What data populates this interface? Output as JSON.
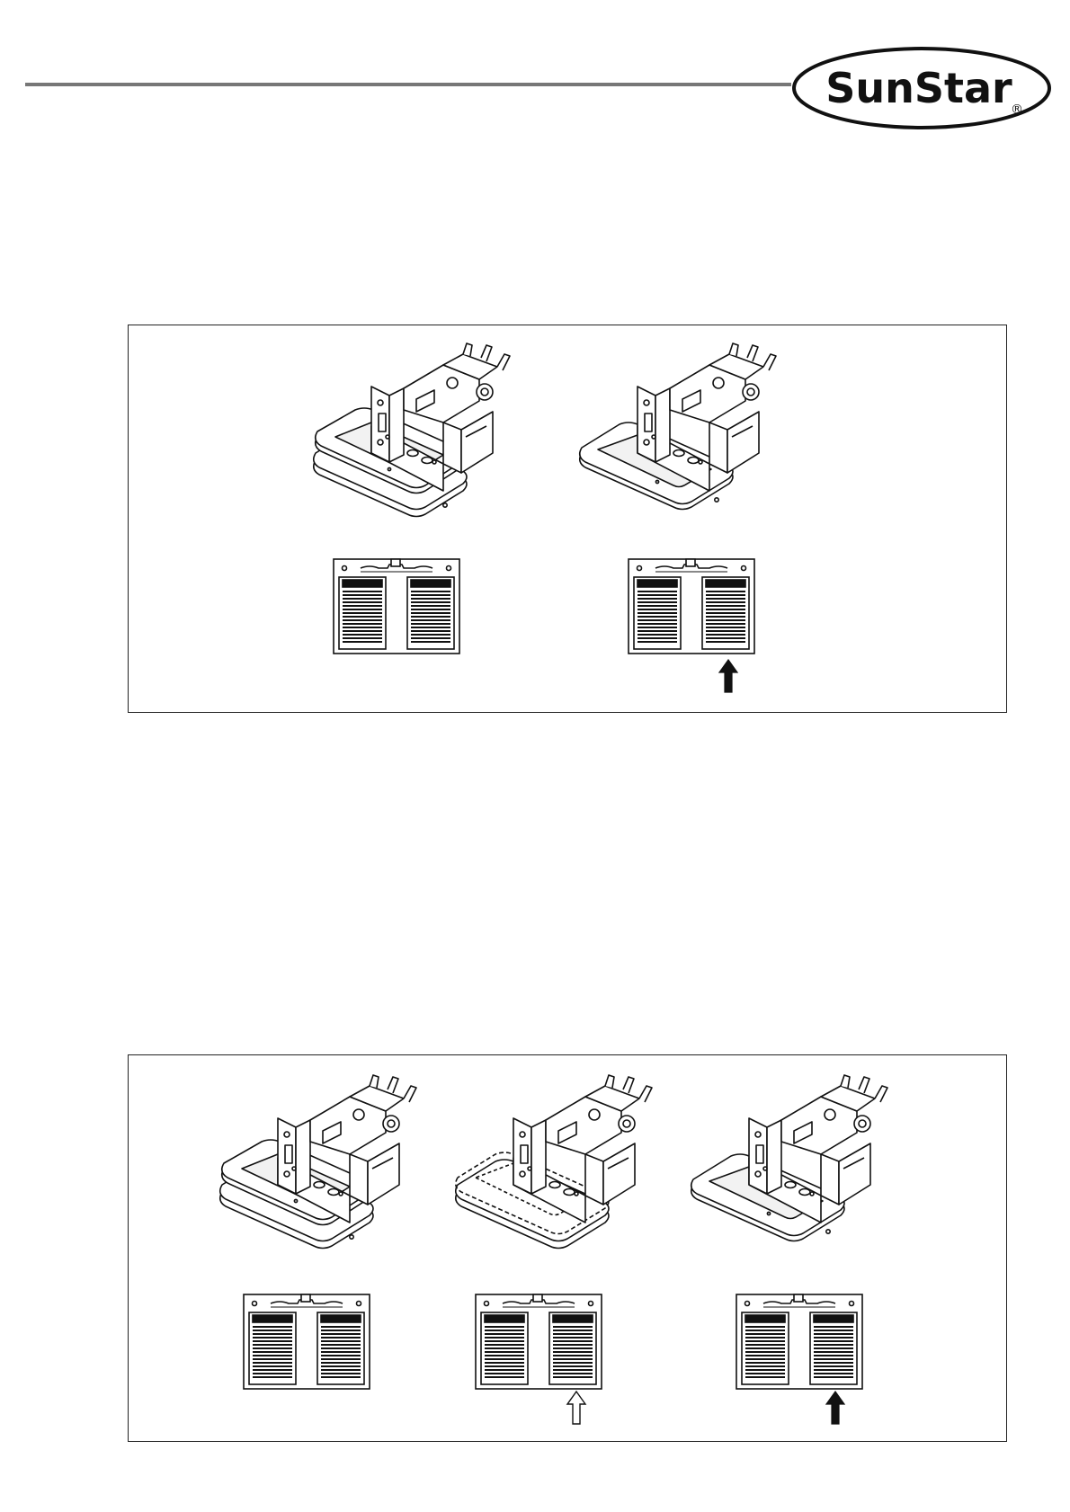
{
  "header": {
    "logo_text": "SunStar",
    "logo_mark": "®"
  },
  "colors": {
    "rule": "#777777",
    "ink": "#111111",
    "paper": "#ffffff"
  },
  "figures": [
    {
      "panels": [
        {
          "hoop": "open",
          "pedal_pressed": "none",
          "arrow": "none"
        },
        {
          "hoop": "closed",
          "pedal_pressed": "right",
          "arrow": "filled-up"
        }
      ]
    },
    {
      "panels": [
        {
          "hoop": "open",
          "pedal_pressed": "none",
          "arrow": "none"
        },
        {
          "hoop": "half-closed",
          "pedal_pressed": "right",
          "arrow": "outline-up"
        },
        {
          "hoop": "closed",
          "pedal_pressed": "right",
          "arrow": "filled-up"
        }
      ]
    }
  ]
}
